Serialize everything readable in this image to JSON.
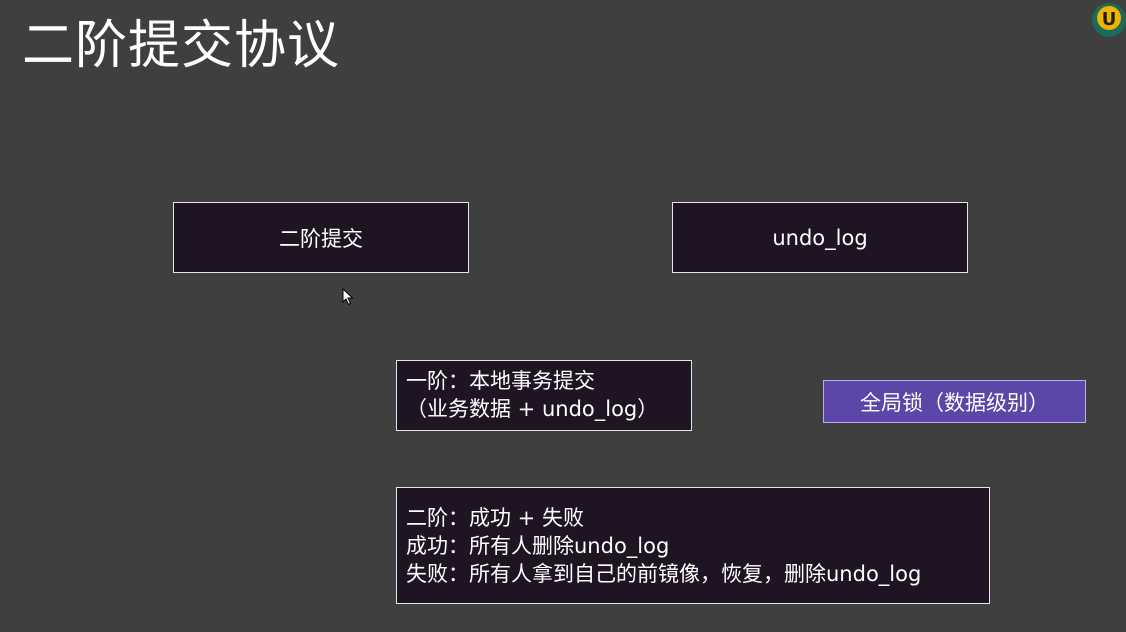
{
  "slide": {
    "title": "二阶提交协议"
  },
  "boxes": {
    "two_phase": "二阶提交",
    "undo_log": "undo_log",
    "phase1": {
      "line1": "一阶：本地事务提交",
      "line2": "（业务数据 + undo_log）"
    },
    "global_lock": "全局锁（数据级别）",
    "phase2": {
      "line1": "二阶：成功 + 失败",
      "line2": "成功：所有人删除undo_log",
      "line3": "失败：所有人拿到自己的前镜像，恢复，删除undo_log"
    }
  },
  "logo": {
    "letter": "U",
    "colors": {
      "outer": "#1a6b5a",
      "inner": "#f0b400"
    }
  },
  "colors": {
    "background": "#3f3f3f",
    "box_fill": "#1e1424",
    "highlight_fill": "#5c47a8"
  }
}
